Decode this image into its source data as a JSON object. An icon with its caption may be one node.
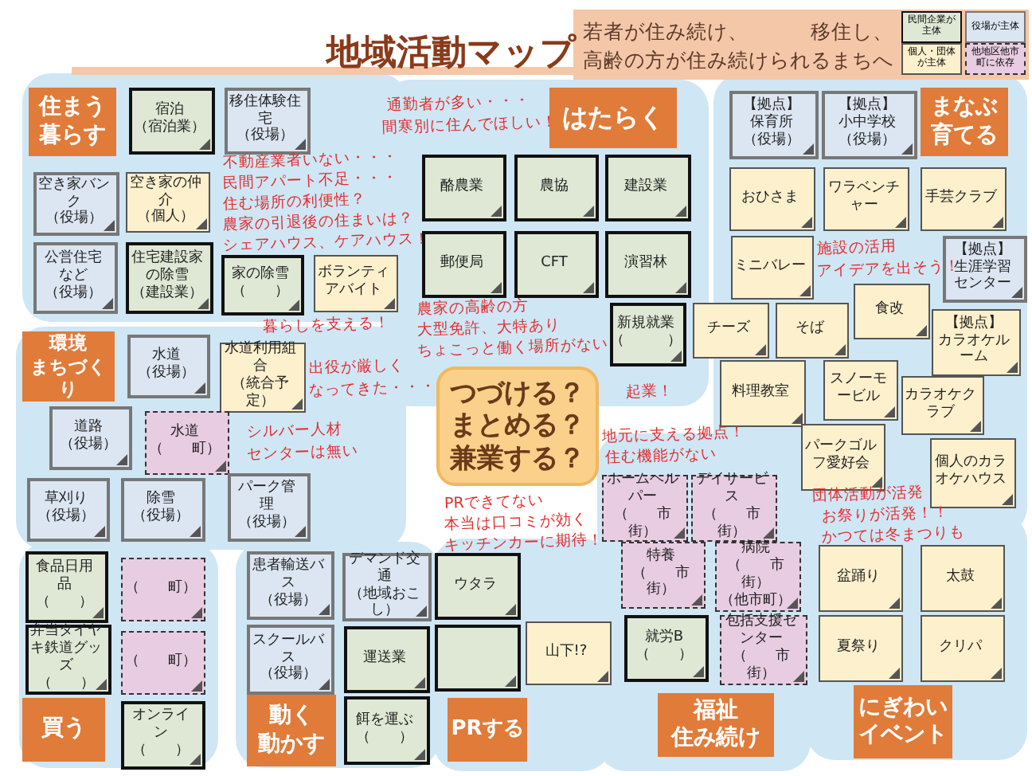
{
  "diagram": {
    "title": "地域活動マップ",
    "nodes": [
      {
        "text": [
          "住まう暮らす"
        ]
      },
      {
        "text": [
          "宿泊（宿泊業）"
        ]
      },
      {
        "text": [
          "移住体験住宅（役場）"
        ]
      },
      {
        "text": [
          "空き家バンク（役場）"
        ]
      },
      {
        "text": [
          "空き家の仲介（個人）"
        ]
      },
      {
        "text": [
          "公営住宅など（役場）"
        ]
      },
      {
        "text": [
          "住宅建設家の除雪（建設業）"
        ]
      },
      {
        "text": [
          "家の除雪（　　）"
        ]
      },
      {
        "text": [
          "ボランティアバイト"
        ]
      },
      {
        "text": [
          "はたらく"
        ]
      },
      {
        "text": [
          "酪農業"
        ]
      },
      {
        "text": [
          "農協"
        ]
      },
      {
        "text": [
          "建設業"
        ]
      },
      {
        "text": [
          "郵便局"
        ]
      },
      {
        "text": [
          "CFT"
        ]
      },
      {
        "text": [
          "演習林"
        ]
      },
      {
        "text": [
          "新規就業（　　　）"
        ]
      },
      {
        "text": [
          "まなぶ育てる"
        ]
      },
      {
        "text": [
          "【拠点】保育所（役場）"
        ]
      },
      {
        "text": [
          "【拠点】小中学校（役場）"
        ]
      },
      {
        "text": [
          "おひさま"
        ]
      },
      {
        "text": [
          "ワラベンチャー"
        ]
      },
      {
        "text": [
          "手芸クラブ"
        ]
      },
      {
        "text": [
          "ミニバレー"
        ]
      },
      {
        "text": [
          "【拠点】生涯学習センター"
        ]
      },
      {
        "text": [
          "チーズ"
        ]
      },
      {
        "text": [
          "そば"
        ]
      },
      {
        "text": [
          "食改"
        ]
      },
      {
        "text": [
          "【拠点】カラオケルーム"
        ]
      },
      {
        "text": [
          "料理教室"
        ]
      },
      {
        "text": [
          "スノーモービル"
        ]
      },
      {
        "text": [
          "カラオケクラブ"
        ]
      },
      {
        "text": [
          "パークゴルフ愛好会"
        ]
      },
      {
        "text": [
          "個人のカラオケハウス"
        ]
      },
      {
        "text": [
          "環境まちづくり"
        ]
      },
      {
        "text": [
          "水道（役場）"
        ]
      },
      {
        "text": [
          "水道利用組合（統合予定）"
        ]
      },
      {
        "text": [
          "道路（役場）"
        ]
      },
      {
        "text": [
          "水道（　　町）"
        ]
      },
      {
        "text": [
          "草刈り（役場）"
        ]
      },
      {
        "text": [
          "除雪（役場）"
        ]
      },
      {
        "text": [
          "パーク管理（役場）"
        ]
      },
      {
        "text": [
          "つづける？まとめる？兼業する？"
        ]
      },
      {
        "text": [
          "食品日用品（　　）"
        ]
      },
      {
        "text": [
          "（　　町）"
        ]
      },
      {
        "text": [
          "弁当タイヤキ鉄道グッズ（　　）"
        ]
      },
      {
        "text": [
          "（　　町）"
        ]
      },
      {
        "text": [
          "オンライン（　　）"
        ]
      },
      {
        "text": [
          "買う"
        ]
      },
      {
        "text": [
          "患者輸送バス（役場）"
        ]
      },
      {
        "text": [
          "デマンド交通（地域おこし）"
        ]
      },
      {
        "text": [
          "スクールバス（役場）"
        ]
      },
      {
        "text": [
          "運送業"
        ]
      },
      {
        "text": [
          "餌を運ぶ（　　）"
        ]
      },
      {
        "text": [
          "動く動かす"
        ]
      },
      {
        "text": [
          "ウタラ"
        ]
      },
      {
        "text": [],
        "shape": "box"
      },
      {
        "text": [
          "山下!?"
        ]
      },
      {
        "text": [
          "PRする"
        ]
      },
      {
        "text": [
          "ホームヘルパー（　　市街）"
        ]
      },
      {
        "text": [
          "デイサービス（　　市街）"
        ]
      },
      {
        "text": [
          "特養（　　市街）"
        ]
      },
      {
        "text": [
          "病院（　　市街）（他市町）"
        ]
      },
      {
        "text": [
          "就労B（　　）"
        ]
      },
      {
        "text": [
          "包括支援センター（　　市街）"
        ]
      },
      {
        "text": [
          "福祉住み続け"
        ]
      },
      {
        "text": [
          "盆踊り"
        ]
      },
      {
        "text": [
          "太鼓"
        ]
      },
      {
        "text": [
          "夏祭り"
        ]
      },
      {
        "text": [
          "クリパ"
        ]
      },
      {
        "text": [
          "にぎわいイベント"
        ]
      }
    ],
    "labels": [
      "若者が住み続け、　　　移住し、",
      "高齢の方が住み続けられるまちへ",
      "通勤者が多い・・・",
      "間寒別に住んでほしい！",
      "不動産業者いない・・・",
      "民間アパート不足・・・",
      "住む場所の利便性？",
      "農家の引退後の住まいは？",
      "シェアハウス、ケアハウス！",
      "暮らしを支える！",
      "農家の高齢の方",
      "大型免許、大特あり",
      "ちょこっと働く場所がない",
      "起業！",
      "施設の活用",
      "アイデアを出そう！",
      "出役が厳しく",
      "なってきた・・・",
      "シルバー人材",
      "センターは無い",
      "PRできてない",
      "本当は口コミが効く",
      "キッチンカーに期待！",
      "地元に支える拠点！",
      "住む機能がない",
      "団体活動が活発",
      "お祭りが活発！！",
      "かつては冬まつりも"
    ],
    "legend": [
      {
        "text": "民間企業が主体",
        "color": "#dfe8d4"
      },
      {
        "text": "役場が主体",
        "color": "#dce6f2"
      },
      {
        "text": "個人・団体が主体",
        "color": "#fdf0cc"
      },
      {
        "text": "他地区他市町に依存",
        "color": "#e8cce2"
      }
    ]
  }
}
